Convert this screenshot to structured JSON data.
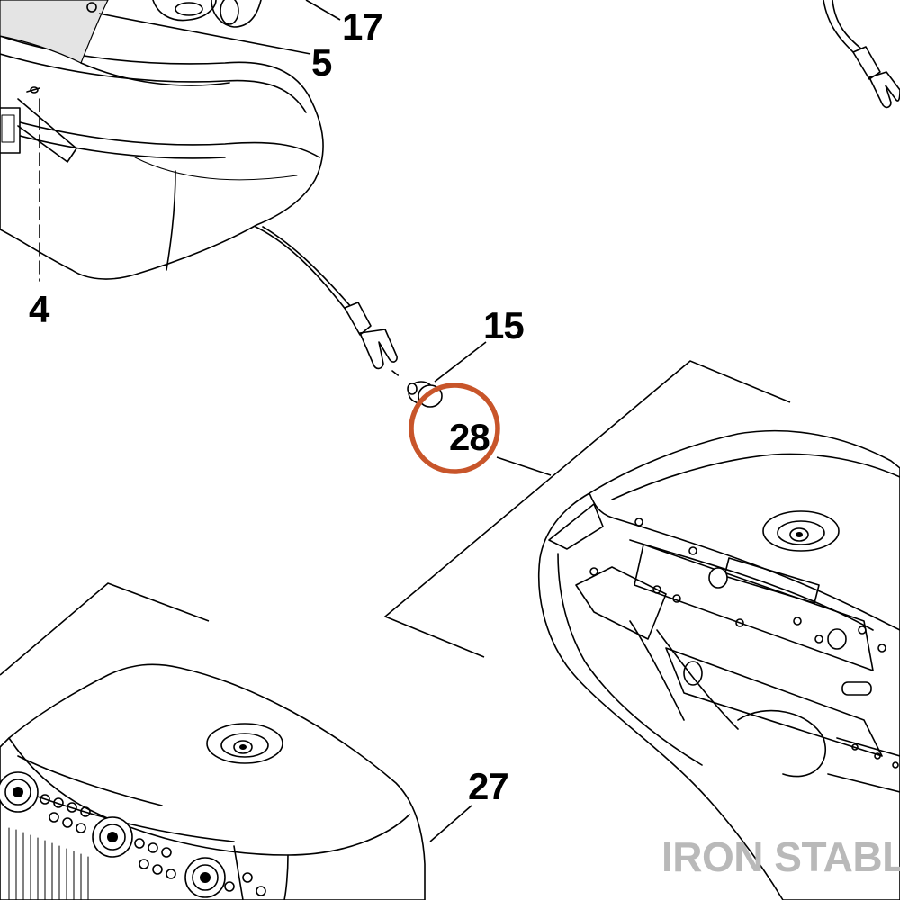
{
  "callouts": {
    "c17": "17",
    "c5": "5",
    "c4": "4",
    "c15": "15",
    "c28": "28",
    "c27": "27"
  },
  "highlight": {
    "target": "28",
    "color": "#c8552a"
  },
  "watermark": {
    "text": "IRON STABLE",
    "color": "#b9b9b9"
  }
}
